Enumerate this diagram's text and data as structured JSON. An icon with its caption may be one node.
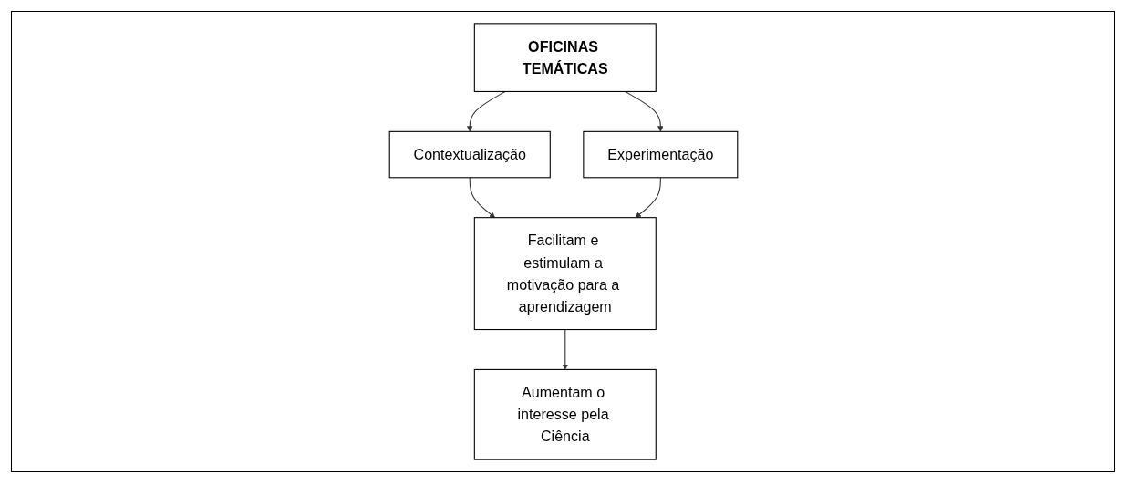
{
  "diagram": {
    "nodes": [
      {
        "text": [
          "OFICINAS TEMÁTICAS"
        ]
      },
      {
        "text": [
          "Contextualização"
        ]
      },
      {
        "text": [
          "Experimentação"
        ]
      },
      {
        "text": [
          "Facilitam e estimulam a motivação para a aprendizagem"
        ]
      },
      {
        "text": [
          "Aumentam o interesse pela Ciência"
        ]
      }
    ],
    "edges": [
      {
        "from": 0,
        "to": 1,
        "arrow": "to"
      },
      {
        "from": 0,
        "to": 2,
        "arrow": "to"
      },
      {
        "from": 1,
        "to": 3,
        "arrow": "to"
      },
      {
        "from": 2,
        "to": 3,
        "arrow": "to"
      },
      {
        "from": 3,
        "to": 4,
        "arrow": "to"
      }
    ]
  }
}
